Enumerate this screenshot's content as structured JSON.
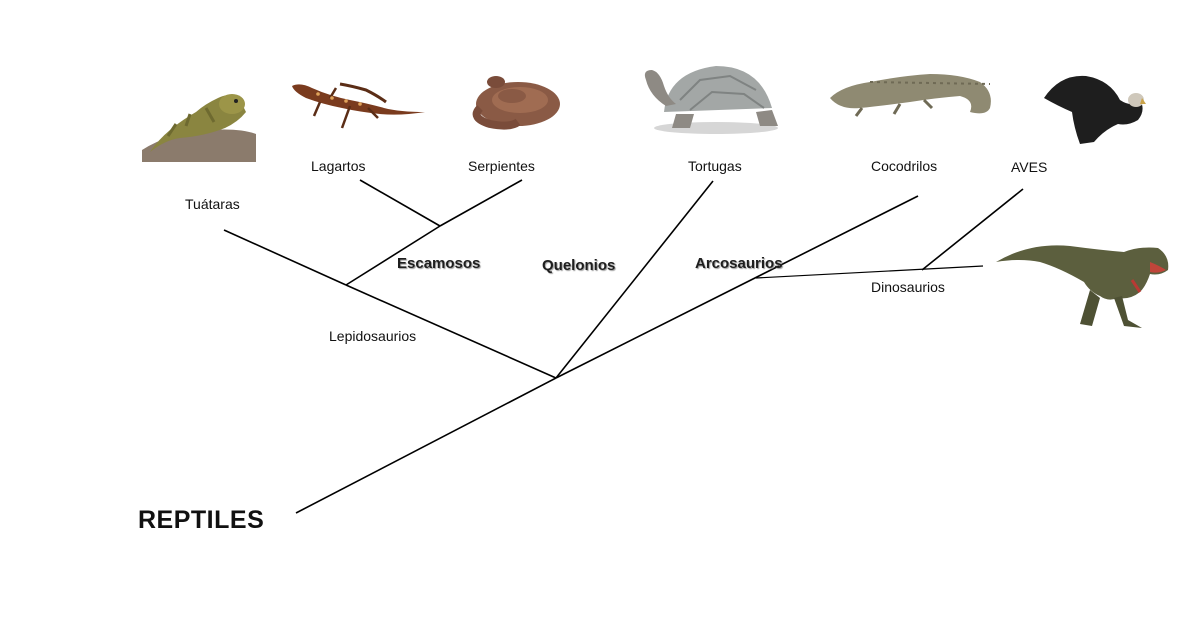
{
  "diagram": {
    "root_label": "REPTILES",
    "leaves": {
      "tuataras": "Tuátaras",
      "lagartos": "Lagartos",
      "serpientes": "Serpientes",
      "tortugas": "Tortugas",
      "cocodrilos": "Cocodrilos",
      "aves": "AVES"
    },
    "clades": {
      "escamosos": "Escamosos",
      "quelonios": "Quelonios",
      "arcosaurios": "Arcosaurios",
      "lepidosaurios": "Lepidosaurios",
      "dinosaurios": "Dinosaurios"
    },
    "images": [
      "tuatara-photo",
      "lizard-photo",
      "snake-photo",
      "tortoise-photo",
      "crocodile-photo",
      "eagle-photo",
      "tyrannosaurus-illustration"
    ],
    "colors": {
      "line": "#000000",
      "text": "#111111",
      "background": "#ffffff"
    }
  }
}
